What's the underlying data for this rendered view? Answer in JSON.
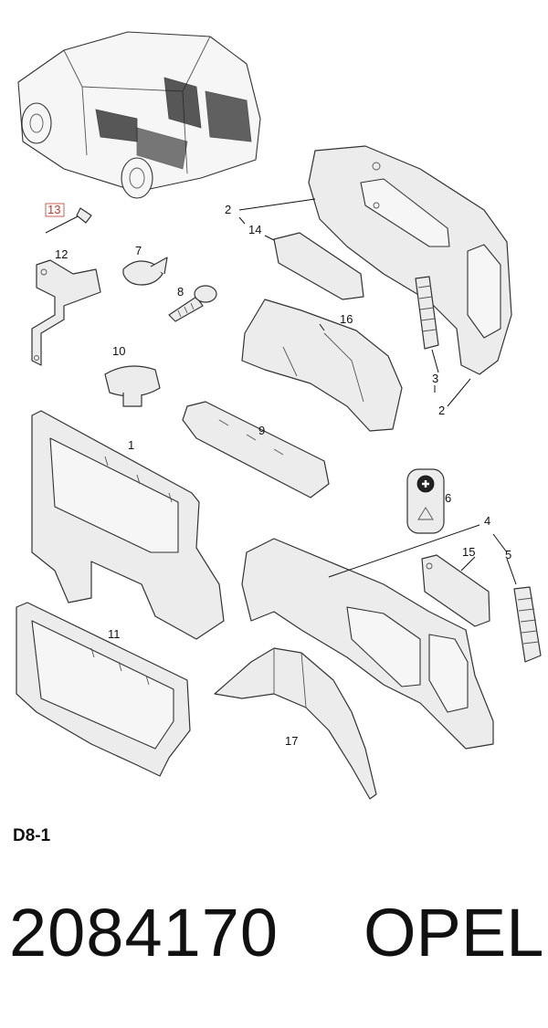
{
  "diagram": {
    "callouts": [
      {
        "id": "c1",
        "text": "1"
      },
      {
        "id": "c2a",
        "text": "2"
      },
      {
        "id": "c2b",
        "text": "2"
      },
      {
        "id": "c3",
        "text": "3"
      },
      {
        "id": "c4",
        "text": "4"
      },
      {
        "id": "c5",
        "text": "5"
      },
      {
        "id": "c6",
        "text": "6"
      },
      {
        "id": "c7",
        "text": "7"
      },
      {
        "id": "c8",
        "text": "8"
      },
      {
        "id": "c9",
        "text": "9"
      },
      {
        "id": "c10",
        "text": "10"
      },
      {
        "id": "c11",
        "text": "11"
      },
      {
        "id": "c12",
        "text": "12"
      },
      {
        "id": "c13",
        "text": "13",
        "highlighted": true
      },
      {
        "id": "c14",
        "text": "14"
      },
      {
        "id": "c15",
        "text": "15"
      },
      {
        "id": "c16",
        "text": "16"
      },
      {
        "id": "c17",
        "text": "17"
      }
    ],
    "highlight_color": "#c0392b"
  },
  "footer": {
    "section_code": "D8-1",
    "part_number": "2084170",
    "brand": "OPEL"
  }
}
